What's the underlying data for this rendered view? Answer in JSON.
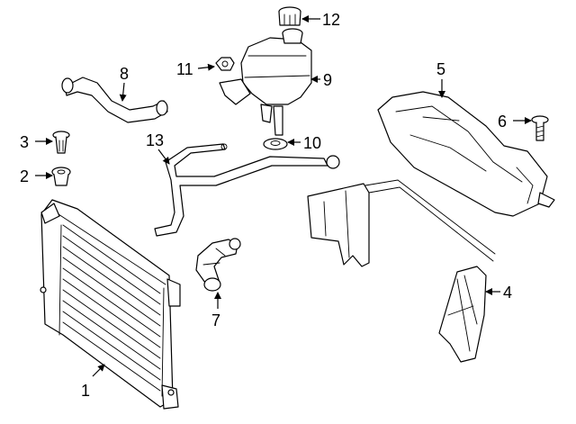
{
  "diagram": {
    "callouts": [
      {
        "id": "c1",
        "label": "1"
      },
      {
        "id": "c2",
        "label": "2"
      },
      {
        "id": "c3",
        "label": "3"
      },
      {
        "id": "c4",
        "label": "4"
      },
      {
        "id": "c5",
        "label": "5"
      },
      {
        "id": "c6",
        "label": "6"
      },
      {
        "id": "c7",
        "label": "7"
      },
      {
        "id": "c8",
        "label": "8"
      },
      {
        "id": "c9",
        "label": "9"
      },
      {
        "id": "c10",
        "label": "10"
      },
      {
        "id": "c11",
        "label": "11"
      },
      {
        "id": "c12",
        "label": "12"
      },
      {
        "id": "c13",
        "label": "13"
      }
    ],
    "line_color": "#000000",
    "background_color": "#ffffff"
  }
}
